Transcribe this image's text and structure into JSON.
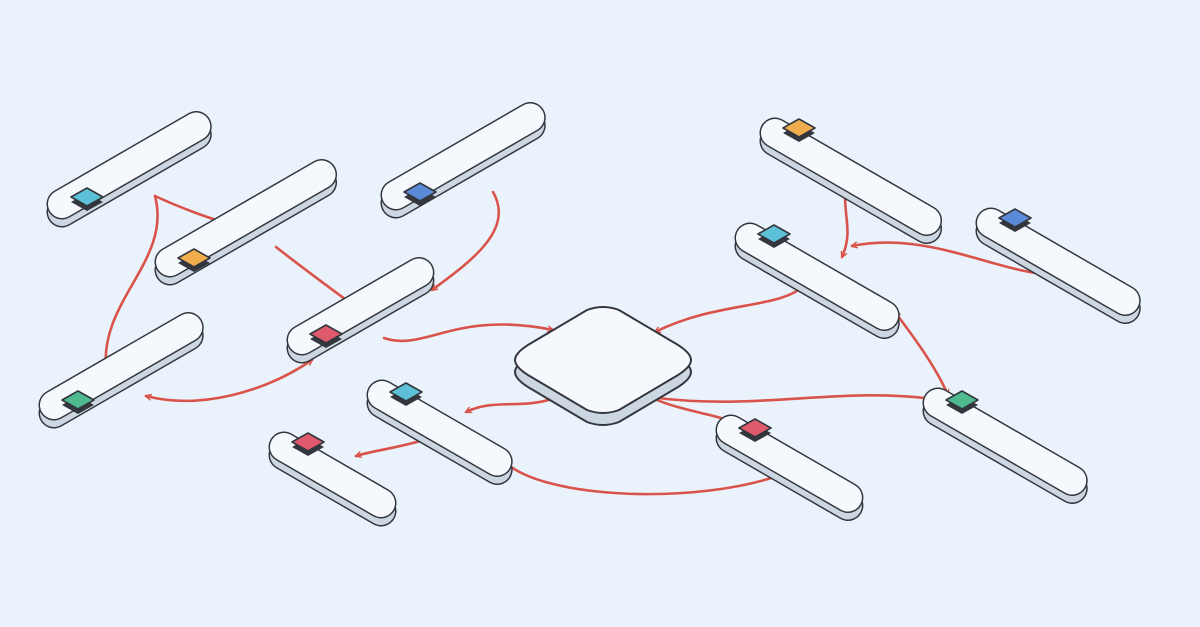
{
  "palette": {
    "background": "#eaf3fc",
    "card_top": "#f5f9fd",
    "card_side": "#ccd7e2",
    "outline": "#33373d",
    "arrow": "#d9534a",
    "square_teal": "#5bc0d8",
    "square_orange": "#f0ad4e",
    "square_blue": "#5b8ad9",
    "square_green": "#4fba8f",
    "square_red": "#e05a6e"
  },
  "nodes": [
    {
      "id": "node-1",
      "square_color": "square_teal"
    },
    {
      "id": "node-2",
      "square_color": "square_orange"
    },
    {
      "id": "node-3",
      "square_color": "square_blue"
    },
    {
      "id": "node-4",
      "square_color": "square_green"
    },
    {
      "id": "node-5",
      "square_color": "square_red"
    },
    {
      "id": "node-6",
      "square_color": "square_teal"
    },
    {
      "id": "node-7",
      "square_color": "square_red"
    },
    {
      "id": "node-8",
      "square_color": "square_orange"
    },
    {
      "id": "node-9",
      "square_color": "square_teal"
    },
    {
      "id": "node-10",
      "square_color": "square_blue"
    },
    {
      "id": "node-11",
      "square_color": "square_green"
    },
    {
      "id": "node-12",
      "square_color": "square_red"
    }
  ],
  "hub": {
    "id": "hub"
  },
  "connections": [
    {
      "from": "node-1",
      "to": "node-2",
      "bidirectional": false
    },
    {
      "from": "node-1",
      "to": "node-4",
      "bidirectional": false
    },
    {
      "from": "node-2",
      "to": "node-5",
      "bidirectional": false
    },
    {
      "from": "node-3",
      "to": "node-5",
      "bidirectional": false
    },
    {
      "from": "node-4",
      "to": "node-5",
      "bidirectional": true
    },
    {
      "from": "node-5",
      "to": "hub",
      "bidirectional": false
    },
    {
      "from": "hub",
      "to": "node-6",
      "bidirectional": false
    },
    {
      "from": "node-6",
      "to": "node-7",
      "bidirectional": false
    },
    {
      "from": "node-6",
      "to": "node-12",
      "bidirectional": false
    },
    {
      "from": "node-8",
      "to": "node-9",
      "bidirectional": false
    },
    {
      "from": "node-10",
      "to": "node-9",
      "bidirectional": false
    },
    {
      "from": "node-9",
      "to": "hub",
      "bidirectional": false
    },
    {
      "from": "node-9",
      "to": "node-11",
      "bidirectional": true
    },
    {
      "from": "node-11",
      "to": "hub",
      "bidirectional": false
    },
    {
      "from": "node-12",
      "to": "hub",
      "bidirectional": false
    }
  ]
}
